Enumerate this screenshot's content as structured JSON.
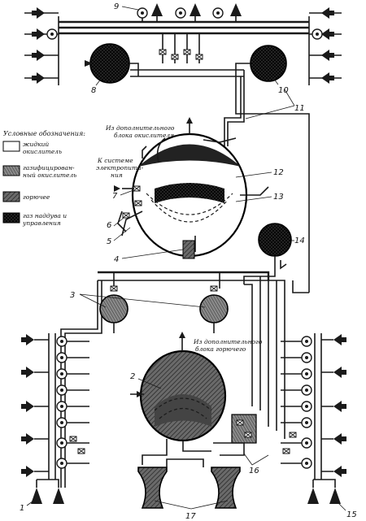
{
  "legend": {
    "title": "Условные обозначения:",
    "items": [
      {
        "key": "liquid_oxidizer",
        "lines": [
          "жидкий",
          "окислитель"
        ],
        "swatch": "#ffffff"
      },
      {
        "key": "gasified_oxidizer",
        "lines": [
          "газифицирован-",
          "ный окислитель"
        ],
        "swatch": "#7a7a7a"
      },
      {
        "key": "fuel",
        "lines": [
          "горючее"
        ],
        "swatch": "#555555"
      },
      {
        "key": "gas",
        "lines": [
          "газ наддува и",
          "управления"
        ],
        "swatch": "#222222"
      }
    ]
  },
  "annotations": {
    "oxidizer_source": [
      "Из дополнительного",
      "блока окислителя"
    ],
    "electric_system": [
      "К системе",
      "электропита-",
      "ния"
    ],
    "fuel_source": [
      "Из дополнительного",
      "блока горючего"
    ]
  },
  "callouts": {
    "n1": "1",
    "n2": "2",
    "n3": "3",
    "n4": "4",
    "n5": "5",
    "n6": "6",
    "n7": "7",
    "n8": "8",
    "n9": "9",
    "n10": "10",
    "n11": "11",
    "n12": "12",
    "n13": "13",
    "n14": "14",
    "n15": "15",
    "n16": "16",
    "n17": "17"
  },
  "icons": {
    "vernier_thruster": "nozzle-icon",
    "gas_sphere": "sphere-icon",
    "valve": "valve-icon"
  }
}
